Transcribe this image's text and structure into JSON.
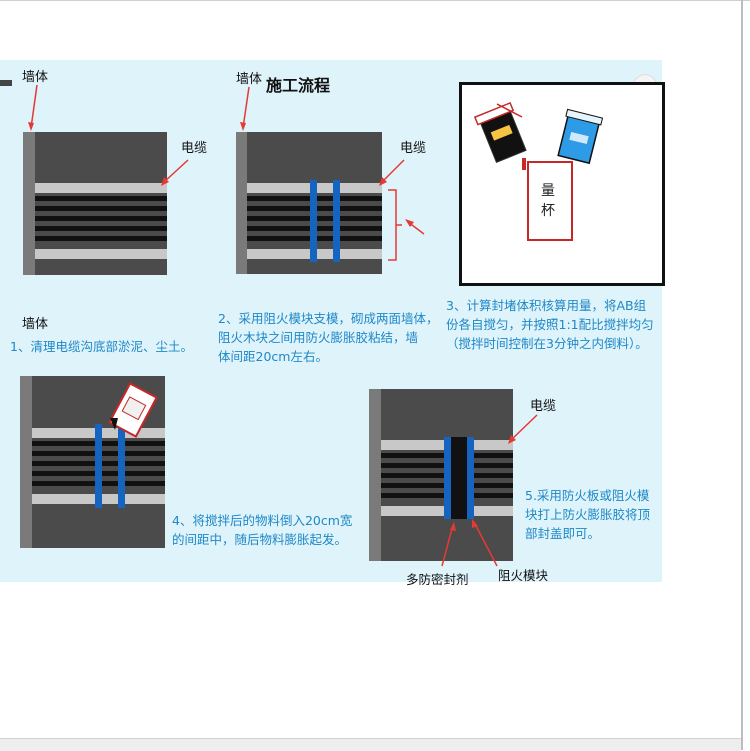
{
  "title": "施工流程",
  "labels": {
    "wall": "墙体",
    "cable": "电缆",
    "measuring_cup": "量杯",
    "sealant": "多防密封剂",
    "firestop_module": "阻火模块"
  },
  "steps": [
    {
      "lines": [
        "1、清理电缆沟底部淤泥、尘土。"
      ]
    },
    {
      "lines": [
        "2、采用阻火模块支模，砌成两面墙体，",
        "阻火木块之间用防火膨胀胶粘结，墙",
        "体间距20cm左右。"
      ]
    },
    {
      "lines": [
        "3、计算封堵体积核算用量，将AB组",
        "份各自搅匀，并按照1:1配比搅拌均匀",
        "（搅拌时间控制在3分钟之内倒料）。"
      ]
    },
    {
      "lines": [
        "4、将搅拌后的物料倒入20cm宽",
        "的间距中，随后物料膨胀起发。"
      ]
    },
    {
      "lines": [
        "5.采用防火板或阻火模",
        "块打上防火膨胀胶将顶",
        "部封盖即可。"
      ]
    }
  ],
  "colors": {
    "slide_bg": "#dff3fa",
    "trench": "#4b4b4b",
    "wall": "#7a7a7a",
    "cable_light": "#c8c8c8",
    "cable_dark": "#111111",
    "module_blue": "#1565c0",
    "arrow": "#e53935",
    "caption": "#1e88c8"
  }
}
